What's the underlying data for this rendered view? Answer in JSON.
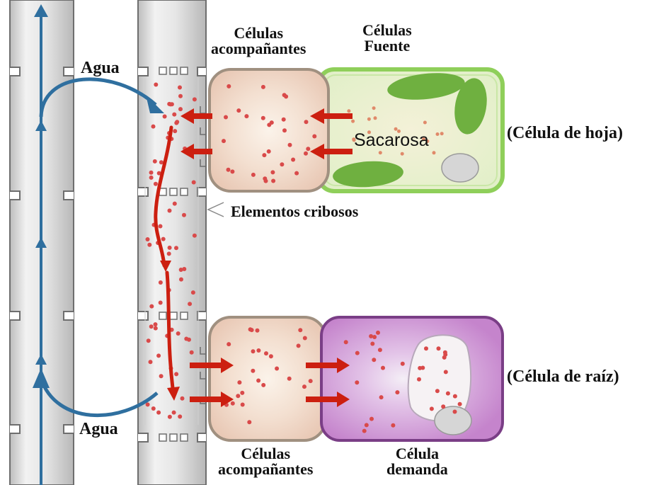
{
  "labels": {
    "agua_top": "Agua",
    "agua_bottom": "Agua",
    "companion_top_line1": "Células",
    "companion_top_line2": "acompañantes",
    "source_line1": "Células",
    "source_line2": "Fuente",
    "sacarosa": "Sacarosa",
    "leaf_cell": "(Célula de hoja)",
    "sieve_elements": "Elementos cribosos",
    "root_cell": "(Célula de raíz)",
    "companion_bottom_line1": "Células",
    "companion_bottom_line2": "acompañantes",
    "sink_line1": "Célula",
    "sink_line2": "demanda"
  },
  "colors": {
    "xylem_arrow": "#2f6f9f",
    "sucrose_dot": "#d94a4a",
    "transport_arrow": "#cc1f10",
    "source_cell_fill": "#dff0c8",
    "source_cell_border": "#8fcf5a",
    "chloroplast": "#6fb040",
    "companion_fill": "#f1d9c9",
    "companion_border": "#a09080",
    "sink_cell_fill": "#c98ccf",
    "sink_cell_border": "#7a3e86",
    "vessel_fill": "#e4e4e4",
    "vessel_border": "#6e6e6e"
  },
  "icons": [
    "water-flow-arrow",
    "sucrose-dot",
    "transport-arrow",
    "chloroplast",
    "vacuole",
    "nucleus"
  ]
}
